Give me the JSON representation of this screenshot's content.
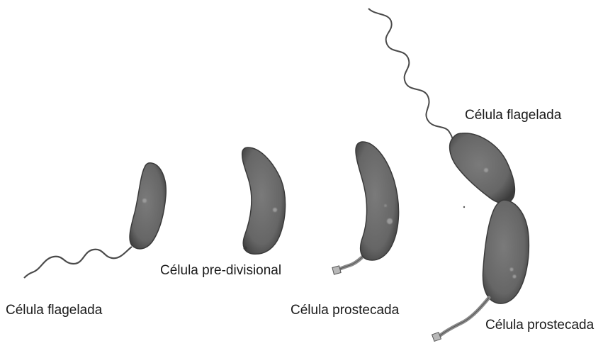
{
  "labels": {
    "cell_flagellated_1": "Célula flagelada",
    "cell_predivisional": "Célula pre-divisional",
    "cell_stalked_1": "Célula prostecada",
    "cell_flagellated_2": "Célula flagelada",
    "cell_stalked_2": "Célula prostecada"
  },
  "colors": {
    "background": "#ffffff",
    "cell_body": "#6e6e6e",
    "cell_edge": "#3a3a3a",
    "flagellum": "#4a4a4a",
    "text": "#1a1a1a"
  }
}
